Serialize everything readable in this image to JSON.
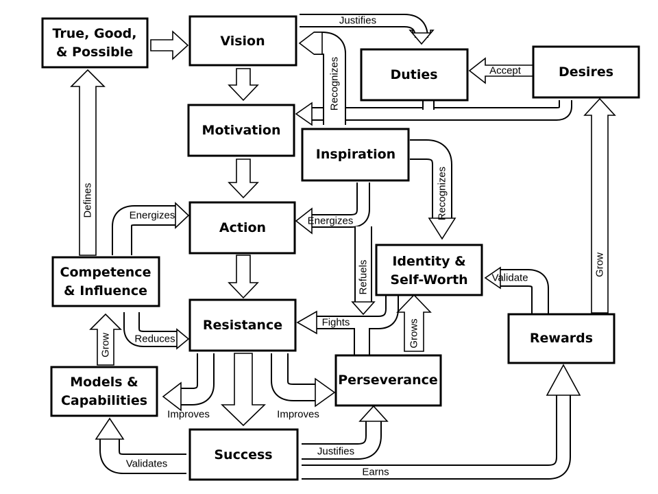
{
  "nodes": {
    "true_good": [
      "True, Good,",
      "& Possible"
    ],
    "vision": [
      "Vision"
    ],
    "duties": [
      "Duties"
    ],
    "desires": [
      "Desires"
    ],
    "motivation": [
      "Motivation"
    ],
    "inspiration": [
      "Inspiration"
    ],
    "action": [
      "Action"
    ],
    "identity": [
      "Identity &",
      "Self-Worth"
    ],
    "competence": [
      "Competence",
      "& Influence"
    ],
    "resistance": [
      "Resistance"
    ],
    "rewards": [
      "Rewards"
    ],
    "models": [
      "Models &",
      "Capabilities"
    ],
    "perseverance": [
      "Perseverance"
    ],
    "success": [
      "Success"
    ]
  },
  "edges": {
    "justifies_top": "Justifies",
    "recognizes_vision": "Recognizes",
    "accept": "Accept",
    "recognizes_identity": "Recognizes",
    "defines": "Defines",
    "energizes_left": "Energizes",
    "energizes_right": "Energizes",
    "refuels": "Refuels",
    "validate": "Validate",
    "grow_right": "Grow",
    "fights": "Fights",
    "grows": "Grows",
    "reduces": "Reduces",
    "grow_left": "Grow",
    "improves_left": "Improves",
    "improves_right": "Improves",
    "justifies_bottom": "Justifies",
    "validates": "Validates",
    "earns": "Earns"
  }
}
